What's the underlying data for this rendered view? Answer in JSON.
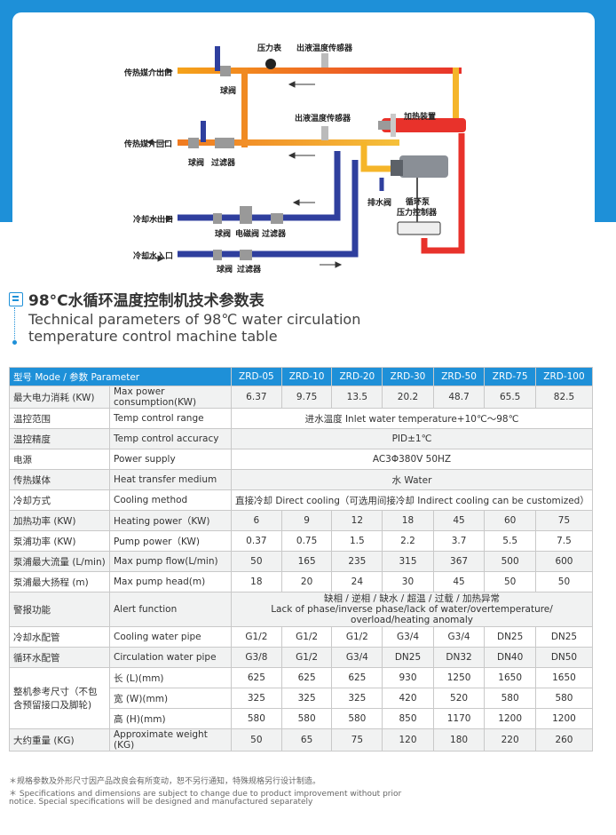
{
  "diagram": {
    "labels": {
      "pressure_gauge": "压力表",
      "outlet_temp_sensor_1": "出液温度传感器",
      "medium_outlet": "传热媒介出口",
      "ball_valve_1": "球阀",
      "outlet_temp_sensor_2": "出液温度传感器",
      "heater": "加热装置",
      "medium_return": "传热媒介回口",
      "ball_valve_2": "球阀",
      "filter_1": "过滤器",
      "drain_valve": "排水阀",
      "circulation_pump": "循环泵",
      "pressure_controller": "压力控制器",
      "cooling_water_out": "冷却水出口",
      "ball_valve_3": "球阀",
      "solenoid_valve": "电磁阀",
      "filter_2": "过滤器",
      "cooling_water_in": "冷却水入口",
      "ball_valve_4": "球阀",
      "filter_3": "过滤器"
    },
    "colors": {
      "hot": "#e8322b",
      "warm": "#f5a31a",
      "cold": "#2f3f9e",
      "blue_bg": "#1e90d8"
    }
  },
  "title": {
    "icon": "document-icon",
    "cn": "98°C水循环温度控制机技术参数表",
    "en": "Technical parameters of 98℃ water circulation temperature control machine table"
  },
  "table": {
    "header": {
      "mode": "型号 Mode / 参数 Parameter",
      "models": [
        "ZRD-05",
        "ZRD-10",
        "ZRD-20",
        "ZRD-30",
        "ZRD-50",
        "ZRD-75",
        "ZRD-100"
      ]
    },
    "rows": {
      "power": {
        "cn": "最大电力消耗 (KW)",
        "en": "Max power consumption(KW)",
        "values": [
          "6.37",
          "9.75",
          "13.5",
          "20.2",
          "48.7",
          "65.5",
          "82.5"
        ]
      },
      "temp_range": {
        "cn": "温控范围",
        "en": "Temp control range",
        "span": "进水温度 Inlet water temperature+10℃～98℃"
      },
      "accuracy": {
        "cn": "温控精度",
        "en": "Temp control accuracy",
        "span": "PID±1℃"
      },
      "supply": {
        "cn": "电源",
        "en": "Power supply",
        "span": "AC3Φ380V 50HZ"
      },
      "medium": {
        "cn": "传热媒体",
        "en": "Heat transfer medium",
        "span": "水 Water"
      },
      "cooling": {
        "cn": "冷却方式",
        "en": "Cooling method",
        "span": "直接冷却 Direct cooling（可选用间接冷却 Indirect cooling can be customized）"
      },
      "heating": {
        "cn": "加热功率 (KW)",
        "en": "Heating power（KW)",
        "values": [
          "6",
          "9",
          "12",
          "18",
          "45",
          "60",
          "75"
        ]
      },
      "pump_power": {
        "cn": "泵浦功率 (KW)",
        "en": "Pump power（KW)",
        "values": [
          "0.37",
          "0.75",
          "1.5",
          "2.2",
          "3.7",
          "5.5",
          "7.5"
        ]
      },
      "pump_flow": {
        "cn": "泵浦最大流量 (L/min)",
        "en": "Max pump flow(L/min)",
        "values": [
          "50",
          "165",
          "235",
          "315",
          "367",
          "500",
          "600"
        ]
      },
      "pump_head": {
        "cn": "泵浦最大扬程 (m)",
        "en": "Max pump head(m)",
        "values": [
          "18",
          "20",
          "24",
          "30",
          "45",
          "50",
          "50"
        ]
      },
      "alert": {
        "cn": "警报功能",
        "en": "Alert function",
        "span_cn": "缺相 / 逆相 / 缺水 / 超温 / 过载 / 加热异常",
        "span_en": "Lack of phase/inverse phase/lack of water/overtemperature/ overload/heating anomaly"
      },
      "cool_pipe": {
        "cn": "冷却水配管",
        "en": "Cooling water pipe",
        "values": [
          "G1/2",
          "G1/2",
          "G1/2",
          "G3/4",
          "G3/4",
          "DN25",
          "DN25"
        ]
      },
      "circ_pipe": {
        "cn": "循环水配管",
        "en": "Circulation water pipe",
        "values": [
          "G3/8",
          "G1/2",
          "G3/4",
          "DN25",
          "DN32",
          "DN40",
          "DN50"
        ]
      },
      "dims": {
        "cn": "整机参考尺寸（不包含预留接口及脚轮)",
        "length": {
          "en": "长 (L)(mm)",
          "values": [
            "625",
            "625",
            "625",
            "930",
            "1250",
            "1650",
            "1650"
          ]
        },
        "width": {
          "en": "宽 (W)(mm)",
          "values": [
            "325",
            "325",
            "325",
            "420",
            "520",
            "580",
            "580"
          ]
        },
        "height": {
          "en": "高 (H)(mm)",
          "values": [
            "580",
            "580",
            "580",
            "850",
            "1170",
            "1200",
            "1200"
          ]
        }
      },
      "weight": {
        "cn": "大约重量 (KG)",
        "en": "Approximate weight (KG)",
        "values": [
          "50",
          "65",
          "75",
          "120",
          "180",
          "220",
          "260"
        ]
      }
    }
  },
  "notes": {
    "cn": "＊规格参数及外形尺寸因产品改良会有所变动，恕不另行通知，特殊规格另行设计制造。",
    "en1": "＊ Specifications and dimensions are subject to change due to product improvement without prior",
    "en2": "notice. Special specifications will be designed and manufactured separately"
  }
}
